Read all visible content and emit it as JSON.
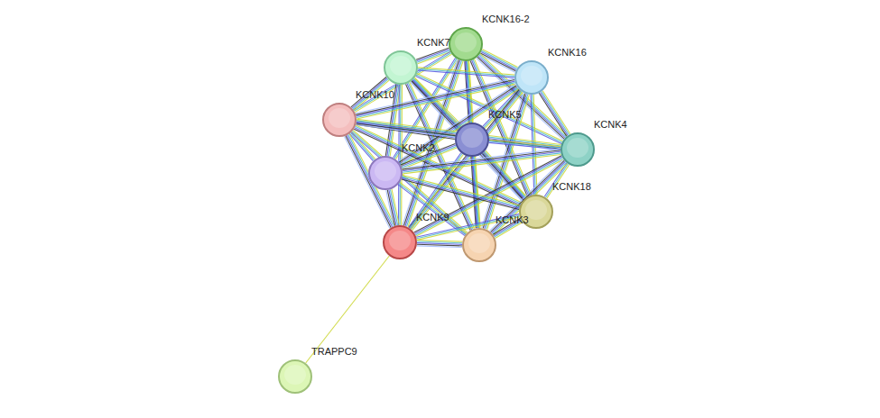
{
  "diagram": {
    "nodes": [
      {
        "text": [
          "KCNK16-2"
        ]
      },
      {
        "text": [
          "KCNK7"
        ]
      },
      {
        "text": [
          "KCNK16"
        ]
      },
      {
        "text": [
          "KCNK10"
        ]
      },
      {
        "text": [
          "KCNK5"
        ]
      },
      {
        "text": [
          "KCNK4"
        ]
      },
      {
        "text": [
          "KCNK2"
        ]
      },
      {
        "text": [
          "KCNK18"
        ]
      },
      {
        "text": [
          "KCNK9"
        ]
      },
      {
        "text": [
          "KCNK3"
        ]
      },
      {
        "text": [
          "TRAPPC9"
        ]
      }
    ],
    "edges": [
      {
        "from": 0,
        "to": 1,
        "arrow": "none"
      },
      {
        "from": 0,
        "to": 2,
        "arrow": "none"
      },
      {
        "from": 0,
        "to": 3,
        "arrow": "none"
      },
      {
        "from": 0,
        "to": 4,
        "arrow": "none"
      },
      {
        "from": 0,
        "to": 5,
        "arrow": "none"
      },
      {
        "from": 0,
        "to": 6,
        "arrow": "none"
      },
      {
        "from": 0,
        "to": 7,
        "arrow": "none"
      },
      {
        "from": 0,
        "to": 8,
        "arrow": "none"
      },
      {
        "from": 0,
        "to": 9,
        "arrow": "none"
      },
      {
        "from": 1,
        "to": 2,
        "arrow": "none"
      },
      {
        "from": 1,
        "to": 3,
        "arrow": "none"
      },
      {
        "from": 1,
        "to": 4,
        "arrow": "none"
      },
      {
        "from": 1,
        "to": 5,
        "arrow": "none"
      },
      {
        "from": 1,
        "to": 6,
        "arrow": "none"
      },
      {
        "from": 1,
        "to": 7,
        "arrow": "none"
      },
      {
        "from": 1,
        "to": 8,
        "arrow": "none"
      },
      {
        "from": 1,
        "to": 9,
        "arrow": "none"
      },
      {
        "from": 2,
        "to": 3,
        "arrow": "none"
      },
      {
        "from": 2,
        "to": 4,
        "arrow": "none"
      },
      {
        "from": 2,
        "to": 5,
        "arrow": "none"
      },
      {
        "from": 2,
        "to": 6,
        "arrow": "none"
      },
      {
        "from": 2,
        "to": 7,
        "arrow": "none"
      },
      {
        "from": 2,
        "to": 8,
        "arrow": "none"
      },
      {
        "from": 2,
        "to": 9,
        "arrow": "none"
      },
      {
        "from": 3,
        "to": 4,
        "arrow": "none"
      },
      {
        "from": 3,
        "to": 5,
        "arrow": "none"
      },
      {
        "from": 3,
        "to": 6,
        "arrow": "none"
      },
      {
        "from": 3,
        "to": 7,
        "arrow": "none"
      },
      {
        "from": 3,
        "to": 8,
        "arrow": "none"
      },
      {
        "from": 3,
        "to": 9,
        "arrow": "none"
      },
      {
        "from": 4,
        "to": 5,
        "arrow": "none"
      },
      {
        "from": 4,
        "to": 6,
        "arrow": "none"
      },
      {
        "from": 4,
        "to": 7,
        "arrow": "none"
      },
      {
        "from": 4,
        "to": 8,
        "arrow": "none"
      },
      {
        "from": 4,
        "to": 9,
        "arrow": "none"
      },
      {
        "from": 5,
        "to": 6,
        "arrow": "none"
      },
      {
        "from": 5,
        "to": 7,
        "arrow": "none"
      },
      {
        "from": 5,
        "to": 8,
        "arrow": "none"
      },
      {
        "from": 5,
        "to": 9,
        "arrow": "none"
      },
      {
        "from": 6,
        "to": 7,
        "arrow": "none"
      },
      {
        "from": 6,
        "to": 8,
        "arrow": "none"
      },
      {
        "from": 6,
        "to": 9,
        "arrow": "none"
      },
      {
        "from": 7,
        "to": 8,
        "arrow": "none"
      },
      {
        "from": 7,
        "to": 9,
        "arrow": "none"
      },
      {
        "from": 8,
        "to": 9,
        "arrow": "none"
      },
      {
        "from": 8,
        "to": 10,
        "arrow": "none"
      }
    ]
  }
}
